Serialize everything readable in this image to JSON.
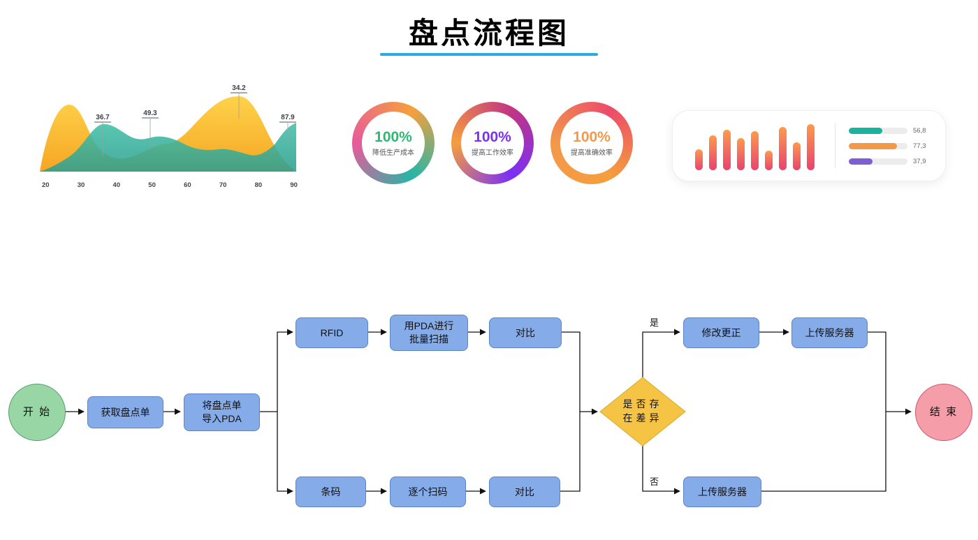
{
  "title": "盘点流程图",
  "title_underline_color": "#29abe2",
  "chart_data": [
    {
      "type": "area",
      "x_ticks": [
        "20",
        "30",
        "40",
        "50",
        "60",
        "70",
        "80",
        "90"
      ],
      "peak_labels": [
        {
          "label": "36.7"
        },
        {
          "label": "49.3"
        },
        {
          "label": "34.2"
        },
        {
          "label": "87.9"
        }
      ],
      "colors": {
        "area1": "#f5a623",
        "area2": "#2fb3a0"
      }
    },
    {
      "type": "pie",
      "donuts": [
        {
          "value": "100%",
          "caption": "降低生产成本",
          "value_color": "#2eb872",
          "ring_colors": [
            "#e85a9b",
            "#f5a03c",
            "#28b5a6"
          ]
        },
        {
          "value": "100%",
          "caption": "提高工作效率",
          "value_color": "#7b2ff7",
          "ring_colors": [
            "#f59e3d",
            "#c13584",
            "#7b2ff7"
          ]
        },
        {
          "value": "100%",
          "caption": "提高准确效率",
          "value_color": "#f2994a",
          "ring_colors": [
            "#f2994a",
            "#ec4b6a",
            "#f59e3d"
          ]
        }
      ]
    },
    {
      "type": "bar",
      "bar_heights": [
        30,
        50,
        58,
        46,
        56,
        28,
        62,
        40,
        66
      ],
      "bar_color_bottom": "#e84370",
      "bar_color_top": "#fb9b4e",
      "legend": [
        {
          "value": "56,8",
          "color": "#19b39e",
          "percent": 57
        },
        {
          "value": "77,3",
          "color": "#f2994a",
          "percent": 82
        },
        {
          "value": "37,9",
          "color": "#7d5fd3",
          "percent": 40
        }
      ]
    }
  ],
  "flowchart": {
    "start": "开 始",
    "get_list": "获取盘点单",
    "import_pda": "将盘点单\n导入PDA",
    "rfid": "RFID",
    "pda_scan": "用PDA进行\n批量扫描",
    "compare_top": "对比",
    "barcode": "条码",
    "scan_each": "逐个扫码",
    "compare_bottom": "对比",
    "decision": "是否存\n在差异",
    "yes": "是",
    "no": "否",
    "modify": "修改更正",
    "upload_top": "上传服务器",
    "upload_bottom": "上传服务器",
    "end": "结 束"
  }
}
